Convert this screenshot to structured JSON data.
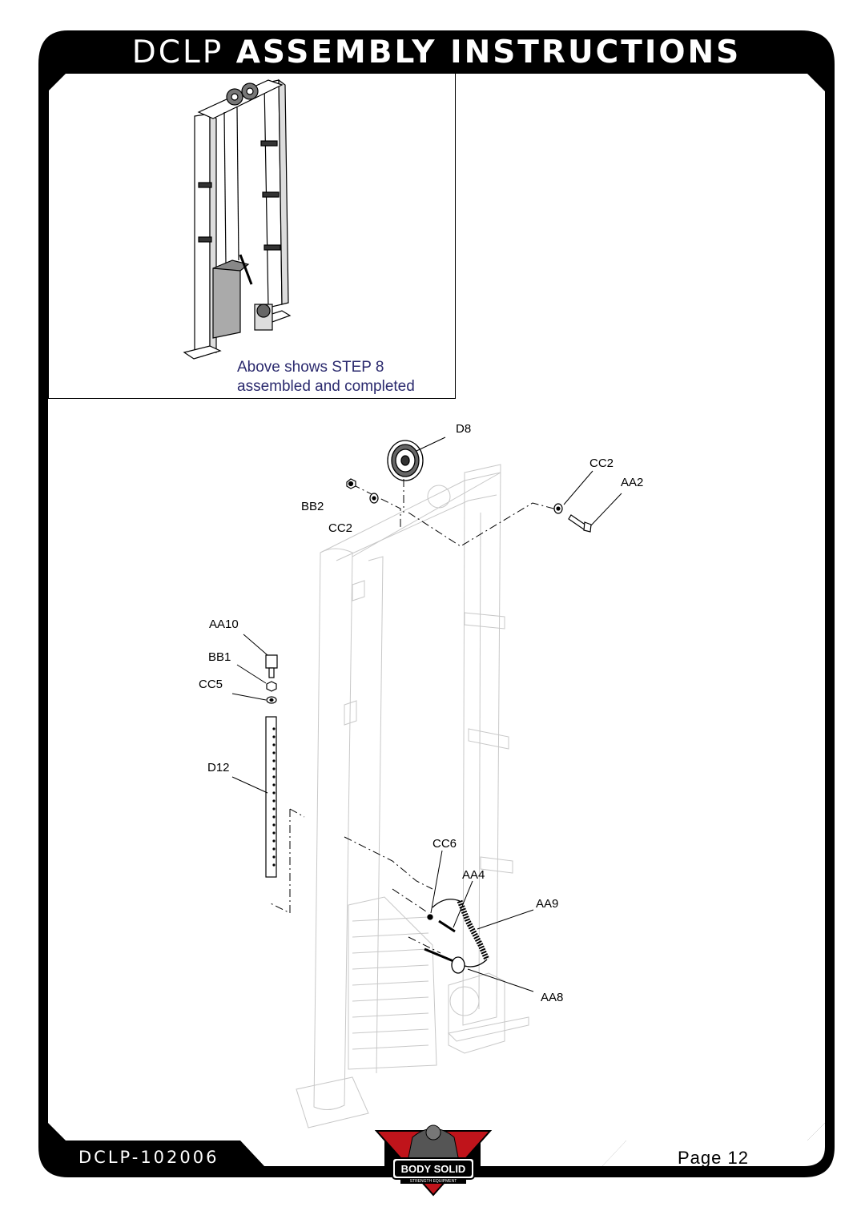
{
  "header": {
    "title_prefix": "DCLP",
    "title_main": "ASSEMBLY INSTRUCTIONS"
  },
  "inset": {
    "caption_line1": "Above shows STEP 8",
    "caption_line2": "assembled and completed"
  },
  "parts": {
    "d8": "D8",
    "cc2_right": "CC2",
    "aa2": "AA2",
    "bb2": "BB2",
    "cc2_left": "CC2",
    "aa10": "AA10",
    "bb1": "BB1",
    "cc5": "CC5",
    "d12": "D12",
    "cc6": "CC6",
    "aa4": "AA4",
    "aa9": "AA9",
    "aa8": "AA8"
  },
  "footer": {
    "doc_code": "DCLP-102006",
    "page": "Page 12"
  },
  "logo": {
    "text": "BODY SOLID",
    "subtext": "STRENGTH EQUIPMENT"
  },
  "colors": {
    "frame": "#000000",
    "caption": "#2b2a6e",
    "logo_red": "#c0141b"
  }
}
